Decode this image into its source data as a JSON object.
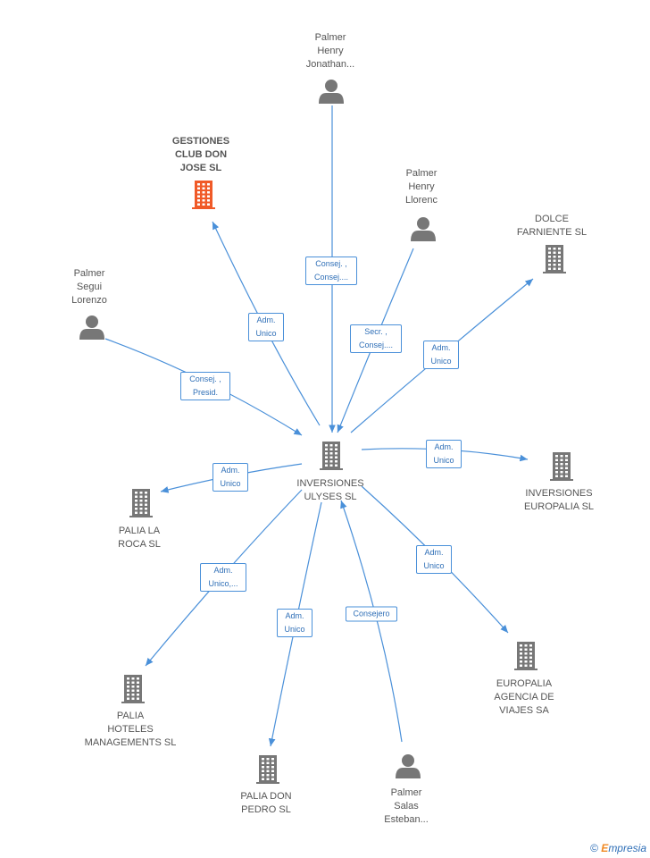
{
  "colors": {
    "edge": "#4a90d9",
    "building": "#777777",
    "building_highlight": "#f05a28",
    "person": "#777777"
  },
  "center": {
    "label": "INVERSIONES\nULYSES SL",
    "icon": "building-icon"
  },
  "nodes": [
    {
      "id": "palmer-henry-jonathan",
      "type": "person",
      "label": "Palmer\nHenry\nJonathan..."
    },
    {
      "id": "gestiones-club",
      "type": "company",
      "label": "GESTIONES\nCLUB DON\nJOSE SL",
      "highlight": true
    },
    {
      "id": "palmer-henry-llorenc",
      "type": "person",
      "label": "Palmer\nHenry\nLlorenc"
    },
    {
      "id": "dolce-farniente",
      "type": "company",
      "label": "DOLCE\nFARNIENTE SL"
    },
    {
      "id": "palmer-segui",
      "type": "person",
      "label": "Palmer\nSegui\nLorenzo"
    },
    {
      "id": "inversiones-europalia",
      "type": "company",
      "label": "INVERSIONES\nEUROPALIA SL"
    },
    {
      "id": "palia-la-roca",
      "type": "company",
      "label": "PALIA LA\nROCA SL"
    },
    {
      "id": "europalia-agencia",
      "type": "company",
      "label": "EUROPALIA\nAGENCIA DE\nVIAJES SA"
    },
    {
      "id": "palia-hoteles",
      "type": "company",
      "label": "PALIA\nHOTELES\nMANAGEMENTS SL"
    },
    {
      "id": "palia-don-pedro",
      "type": "company",
      "label": "PALIA DON\nPEDRO SL"
    },
    {
      "id": "palmer-salas",
      "type": "person",
      "label": "Palmer\nSalas\nEsteban..."
    }
  ],
  "edges": [
    {
      "from": "palmer-henry-jonathan",
      "to": "center",
      "label": "Consej. ,\nConsej...."
    },
    {
      "from": "center",
      "to": "gestiones-club",
      "label": "Adm.\nUnico"
    },
    {
      "from": "palmer-henry-llorenc",
      "to": "center",
      "label": "Secr. ,\nConsej...."
    },
    {
      "from": "center",
      "to": "dolce-farniente",
      "label": "Adm.\nUnico"
    },
    {
      "from": "palmer-segui",
      "to": "center",
      "label": "Consej. ,\nPresid."
    },
    {
      "from": "center",
      "to": "inversiones-europalia",
      "label": "Adm.\nUnico"
    },
    {
      "from": "center",
      "to": "palia-la-roca",
      "label": "Adm.\nUnico"
    },
    {
      "from": "center",
      "to": "europalia-agencia",
      "label": "Adm.\nUnico"
    },
    {
      "from": "center",
      "to": "palia-hoteles",
      "label": "Adm.\nUnico,..."
    },
    {
      "from": "center",
      "to": "palia-don-pedro",
      "label": "Adm.\nUnico"
    },
    {
      "from": "palmer-salas",
      "to": "center",
      "label": "Consejero"
    }
  ],
  "footer": {
    "copyright": "©",
    "brand_initial": "E",
    "brand_rest": "mpresia"
  }
}
